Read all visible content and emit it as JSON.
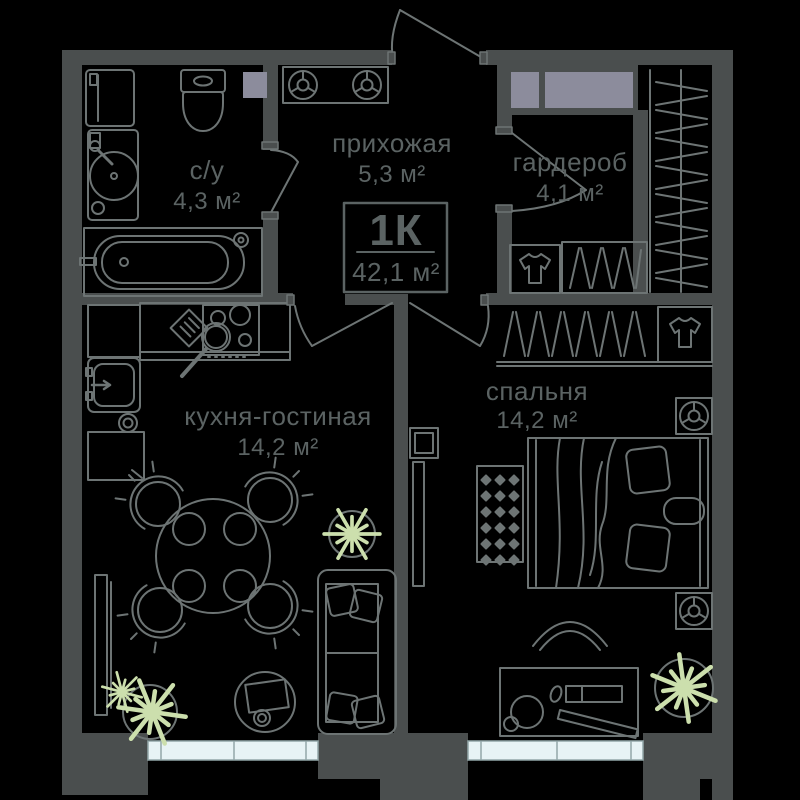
{
  "plan": {
    "type_label": "1К",
    "total_area": "42,1 м²",
    "rooms": {
      "bathroom": {
        "name": "с/у",
        "area": "4,3 м²"
      },
      "hallway": {
        "name": "прихожая",
        "area": "5,3 м²"
      },
      "wardrobe": {
        "name": "гардероб",
        "area": "4,1 м²"
      },
      "kitchen_living": {
        "name": "кухня-гостиная",
        "area": "14,2 м²"
      },
      "bedroom": {
        "name": "спальня",
        "area": "14,2 м²"
      }
    },
    "colors": {
      "background": "#000000",
      "wall": "#4a4e4e",
      "furniture_line": "#6d7474",
      "label_text": "#5b6363",
      "shaft_fill": "#8c8c9c",
      "window_fill": "#e7f3f5",
      "window_frame": "#93a7a9",
      "plant_green": "#ccdfad"
    }
  }
}
